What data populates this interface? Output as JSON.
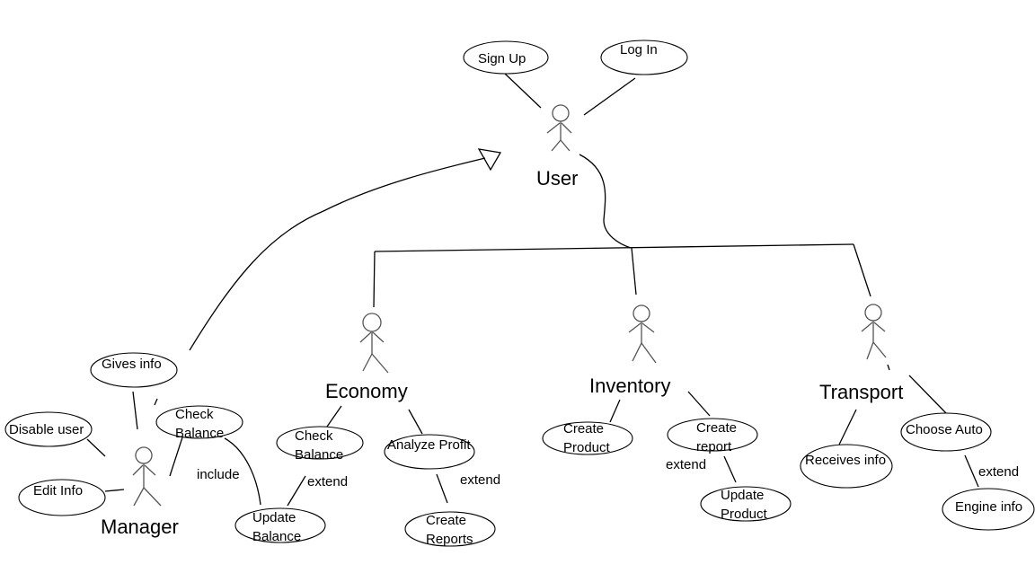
{
  "actors": {
    "user": "User",
    "economy": "Economy",
    "inventory": "Inventory",
    "transport": "Transport",
    "manager": "Manager"
  },
  "use_cases": {
    "sign_up": "Sign Up",
    "log_in": "Log In",
    "gives_info": "Gives info",
    "disable_user": "Disable user",
    "edit_info": "Edit Info",
    "manager_check_balance": [
      "Check",
      "Balance"
    ],
    "update_balance": [
      "Update",
      "Balance"
    ],
    "economy_check_balance": [
      "Check",
      "Balance"
    ],
    "analyze_profit": "Analyze Profit",
    "create_reports": [
      "Create",
      "Reports"
    ],
    "create_product": [
      "Create",
      "Product"
    ],
    "create_report": [
      "Create",
      "report"
    ],
    "update_product": [
      "Update",
      "Product"
    ],
    "receives_info": "Receives info",
    "choose_auto": "Choose Auto",
    "engine_info": "Engine info"
  },
  "relations": {
    "include": "include",
    "extend_economy": "extend",
    "extend_reports": "extend",
    "extend_inventory": "extend",
    "extend_transport": "extend"
  }
}
